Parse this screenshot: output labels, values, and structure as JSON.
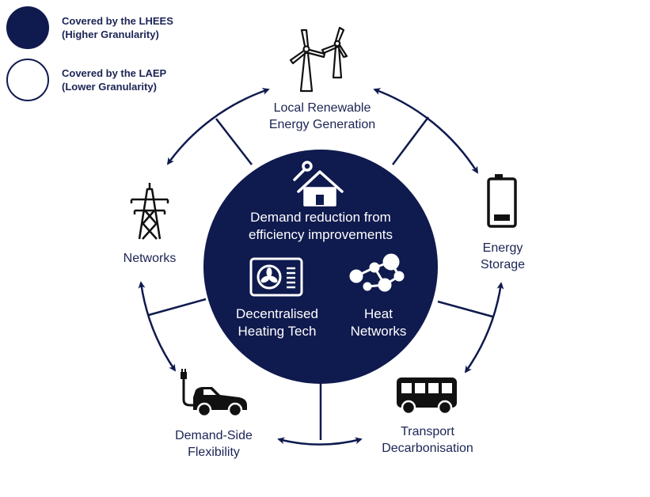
{
  "colors": {
    "navy": "#0f1a4e",
    "white": "#ffffff"
  },
  "legend": [
    {
      "fill": "#0f1a4e",
      "line1": "Covered by the LHEES",
      "line2": "(Higher Granularity)"
    },
    {
      "fill": "#ffffff",
      "line1": "Covered by the LAEP",
      "line2": "(Lower Granularity)"
    }
  ],
  "center": {
    "demand_reduction": {
      "icon": "house-wrench-icon",
      "line1": "Demand reduction from",
      "line2": "efficiency improvements"
    },
    "decentralised": {
      "icon": "heat-pump-icon",
      "line1": "Decentralised",
      "line2": "Heating Tech"
    },
    "heat_networks": {
      "icon": "network-nodes-icon",
      "line1": "Heat",
      "line2": "Networks"
    }
  },
  "outer": {
    "renewable": {
      "icon": "wind-turbine-icon",
      "line1": "Local Renewable",
      "line2": "Energy Generation"
    },
    "storage": {
      "icon": "battery-icon",
      "line1": "Energy",
      "line2": "Storage"
    },
    "transport": {
      "icon": "bus-icon",
      "line1": "Transport",
      "line2": "Decarbonisation"
    },
    "flexibility": {
      "icon": "electric-car-icon",
      "line1": "Demand-Side",
      "line2": "Flexibility"
    },
    "networks": {
      "icon": "pylon-icon",
      "line1": "Networks"
    }
  }
}
